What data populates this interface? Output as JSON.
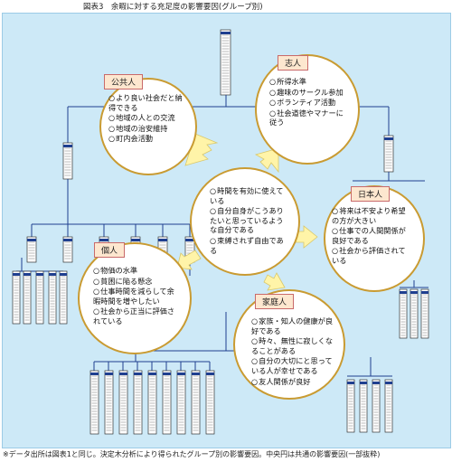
{
  "title": "図表3　余暇に対する充足度の影響要因(グループ別)",
  "footnote": "※データ出所は図表1と同じ。決定木分析により得られたグループ別の影響要因。中央円は共通の影響要因(一部抜粋)",
  "center": {
    "items": [
      "時間を有効に使えている",
      "自分自身がこうありたいと思っているような自分である",
      "束縛されず自由である"
    ]
  },
  "groups": {
    "shi": {
      "label": "志人",
      "items": [
        "所得水準",
        "趣味のサークル参加",
        "ボランティア活動",
        "社会道徳やマナーに従う"
      ]
    },
    "kokyo": {
      "label": "公共人",
      "items": [
        "より良い社会だと納得できる",
        "地域の人との交流",
        "地域の治安維持",
        "町内会活動"
      ]
    },
    "nihon": {
      "label": "日本人",
      "items": [
        "将来は不安より希望の方が大きい",
        "仕事での人間関係が良好である",
        "社会から評価されている"
      ]
    },
    "ko": {
      "label": "個人",
      "items": [
        "物価の水準",
        "貧困に陥る懸念",
        "仕事時間を減らして余暇時間を増やしたい",
        "社会から正当に評価されている"
      ]
    },
    "katei": {
      "label": "家庭人",
      "items": [
        "家族・知人の健康が良好である",
        "時々、無性に寂しくなることがある",
        "自分の大切にと思っている人が幸せである",
        "友人関係が良好"
      ]
    }
  },
  "colors": {
    "panel": "#cde9f7",
    "circle_border": "#c99b32",
    "tag_bg": "#fde7cf",
    "tag_border": "#c86a6a",
    "arrow": "#fff4a8",
    "tree": "#1f3f8f"
  }
}
